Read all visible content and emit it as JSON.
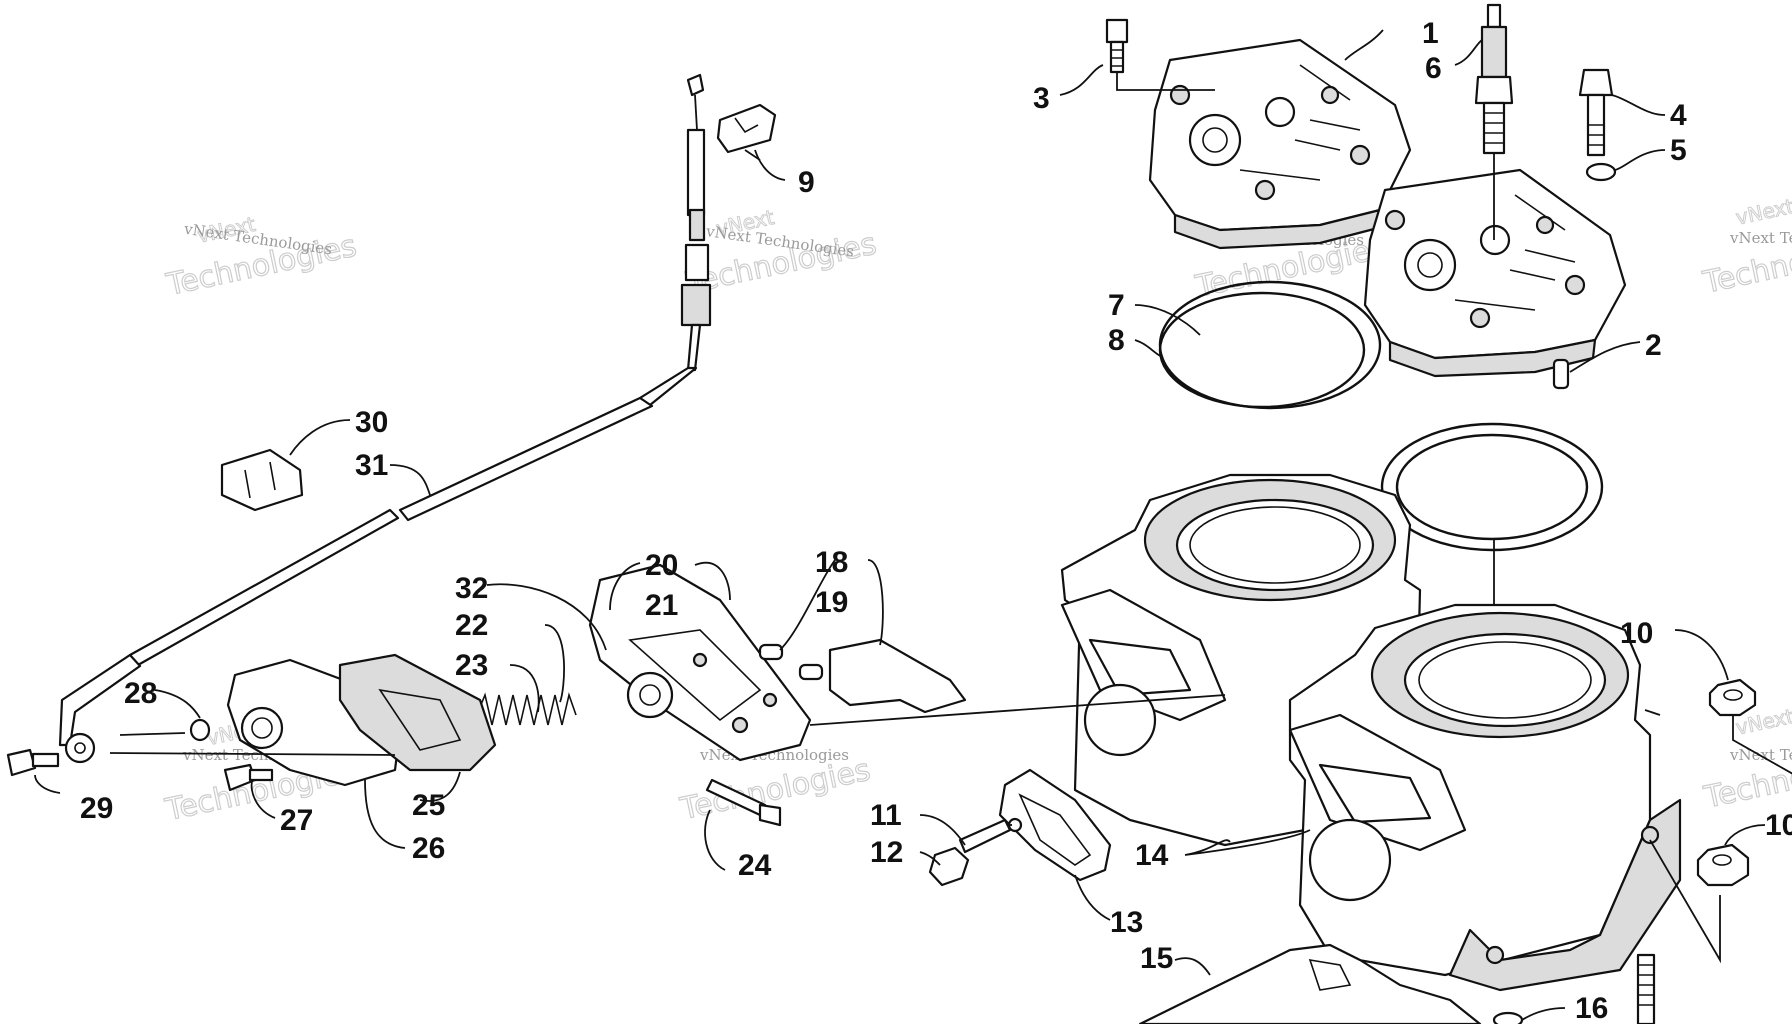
{
  "diagram": {
    "watermark": {
      "line1": "vNext",
      "line2": "vNext Technologies",
      "line3": "Technologies"
    },
    "callouts": [
      "1",
      "2",
      "3",
      "4",
      "5",
      "6",
      "7",
      "8",
      "9",
      "10",
      "10",
      "11",
      "12",
      "13",
      "14",
      "15",
      "16",
      "18",
      "19",
      "20",
      "21",
      "22",
      "23",
      "24",
      "25",
      "26",
      "27",
      "28",
      "29",
      "30",
      "31",
      "32"
    ]
  }
}
